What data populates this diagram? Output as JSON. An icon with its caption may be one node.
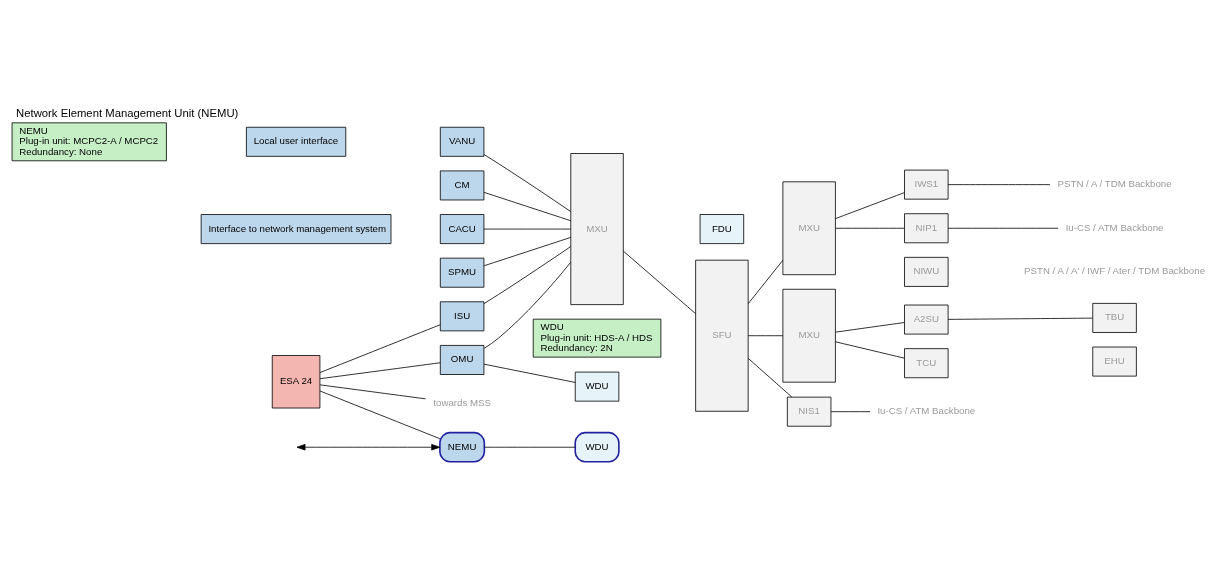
{
  "diagram": {
    "title": "Network Element Management Unit (NEMU)",
    "nodes": [
      {
        "text": [
          "NEMU",
          "Plug-in unit: MCPC2-A / MCPC2",
          "Redundancy: None"
        ]
      },
      {
        "text": [
          "WDU",
          "Plug-in unit: HDS-A / HDS",
          "Redundancy: 2N"
        ]
      },
      {
        "text": [
          "Local user interface"
        ]
      },
      {
        "text": [
          "Interface to network management system"
        ]
      },
      {
        "text": [
          "VANU"
        ]
      },
      {
        "text": [
          "CM"
        ]
      },
      {
        "text": [
          "CACU"
        ]
      },
      {
        "text": [
          "SPMU"
        ]
      },
      {
        "text": [
          "ISU"
        ]
      },
      {
        "text": [
          "OMU"
        ]
      },
      {
        "text": [
          "WDU"
        ]
      },
      {
        "text": [
          "ESA 24"
        ]
      },
      {
        "text": [
          "NEMU"
        ]
      },
      {
        "text": [
          "WDU"
        ]
      },
      {
        "text": [
          "MXU"
        ]
      },
      {
        "text": [
          "FDU"
        ]
      },
      {
        "text": [
          "SFU"
        ]
      },
      {
        "text": [
          "MXU"
        ]
      },
      {
        "text": [
          "MXU"
        ]
      },
      {
        "text": [
          "NIS1"
        ]
      },
      {
        "text": [
          "IWS1"
        ]
      },
      {
        "text": [
          "NIP1"
        ]
      },
      {
        "text": [
          "NIWU"
        ]
      },
      {
        "text": [
          "A2SU"
        ]
      },
      {
        "text": [
          "TBU"
        ]
      },
      {
        "text": [
          "TCU"
        ]
      },
      {
        "text": [
          "EHU"
        ]
      },
      {
        "text": [
          "towards MSS"
        ]
      },
      {
        "text": [
          "Iu-CS / ATM Backbone"
        ]
      },
      {
        "text": [
          "PSTN / A / TDM Backbone"
        ]
      },
      {
        "text": [
          "Iu-CS / ATM Backbone"
        ]
      },
      {
        "text": [
          "PSTN / A / A' / IWF / Ater / TDM Backbone"
        ]
      }
    ],
    "edges": [
      {
        "from": 4,
        "to": 14,
        "arrow": "none"
      },
      {
        "from": 5,
        "to": 14,
        "arrow": "none"
      },
      {
        "from": 6,
        "to": 14,
        "arrow": "none"
      },
      {
        "from": 7,
        "to": 14,
        "arrow": "none"
      },
      {
        "from": 8,
        "to": 14,
        "arrow": "none"
      },
      {
        "from": 9,
        "to": 14,
        "arrow": "none"
      },
      {
        "from": 9,
        "to": 10,
        "arrow": "none"
      },
      {
        "from": 11,
        "to": 8,
        "arrow": "none"
      },
      {
        "from": 11,
        "to": 9,
        "arrow": "none"
      },
      {
        "from": 11,
        "to": 27,
        "arrow": "none"
      },
      {
        "from": 11,
        "to": 12,
        "arrow": "none"
      },
      {
        "from": 12,
        "to": 13,
        "arrow": "none"
      },
      {
        "from": null,
        "to": 12,
        "arrow": "both"
      },
      {
        "from": 14,
        "to": 16,
        "arrow": "none"
      },
      {
        "from": 16,
        "to": 19,
        "arrow": "none"
      },
      {
        "from": 16,
        "to": 17,
        "arrow": "none"
      },
      {
        "from": 16,
        "to": 18,
        "arrow": "none"
      },
      {
        "from": 17,
        "to": 20,
        "arrow": "none"
      },
      {
        "from": 17,
        "to": 21,
        "arrow": "none"
      },
      {
        "from": 18,
        "to": 23,
        "arrow": "none"
      },
      {
        "from": 18,
        "to": 25,
        "arrow": "none"
      },
      {
        "from": 23,
        "to": 24,
        "arrow": "none"
      },
      {
        "from": 19,
        "to": 28,
        "arrow": "none"
      },
      {
        "from": 20,
        "to": 29,
        "arrow": "none"
      },
      {
        "from": 21,
        "to": 30,
        "arrow": "none"
      }
    ]
  }
}
